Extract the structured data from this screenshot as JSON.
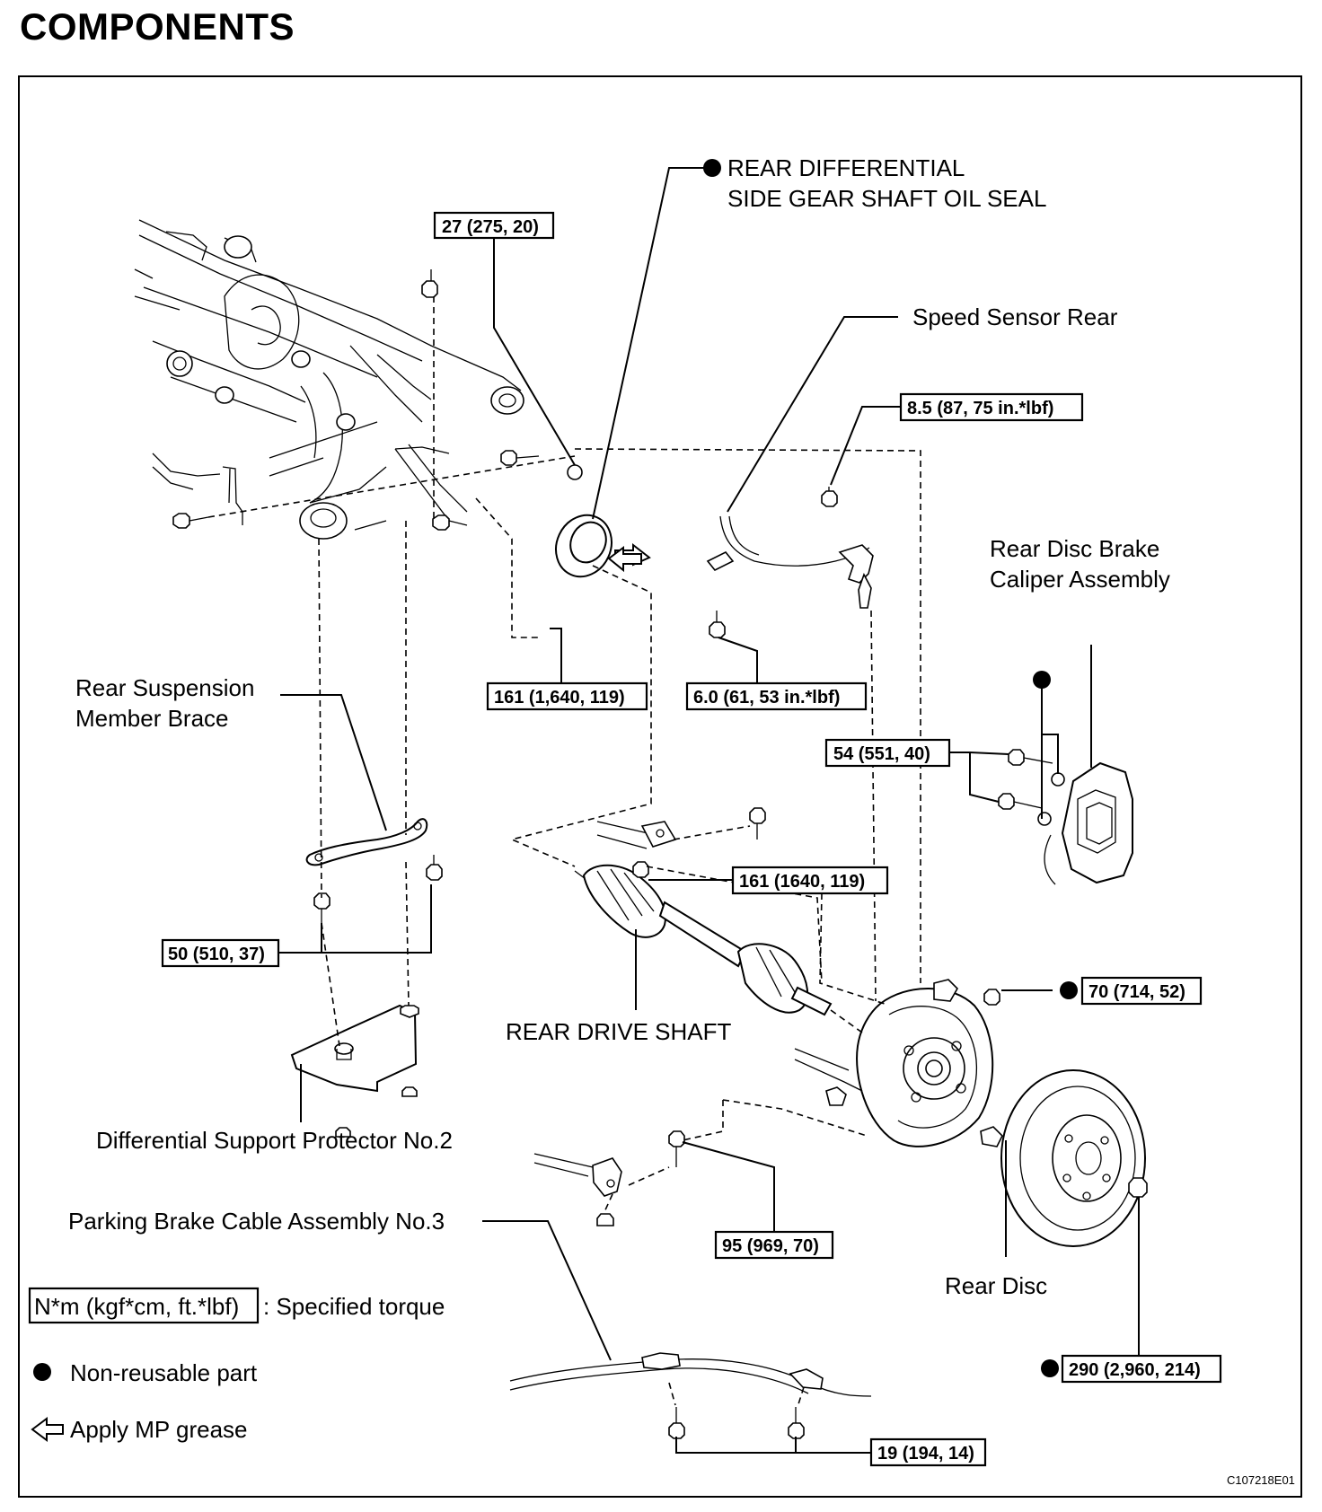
{
  "title": "COMPONENTS",
  "labels": {
    "oil_seal_line1": "REAR DIFFERENTIAL",
    "oil_seal_line2": "SIDE GEAR SHAFT OIL SEAL",
    "speed_sensor": "Speed Sensor Rear",
    "caliper_line1": "Rear Disc Brake",
    "caliper_line2": "Caliper Assembly",
    "brace_line1": "Rear Suspension",
    "brace_line2": "Member Brace",
    "drive_shaft": "REAR DRIVE SHAFT",
    "protector": "Differential Support Protector No.2",
    "parking_cable": "Parking Brake Cable Assembly No.3",
    "rear_disc": "Rear Disc"
  },
  "torques": {
    "t1": "27 (275, 20)",
    "t2": "8.5 (87, 75 in.*lbf)",
    "t3": "161 (1,640, 119)",
    "t4": "6.0 (61, 53 in.*lbf)",
    "t5": "54 (551, 40)",
    "t6": "161 (1640, 119)",
    "t7": "50 (510, 37)",
    "t8": "70 (714, 52)",
    "t9": "95 (969, 70)",
    "t10": "290 (2,960, 214)",
    "t11": "19 (194, 14)"
  },
  "legend": {
    "torque_unit": "N*m (kgf*cm, ft.*lbf)",
    "torque_desc": ": Specified torque",
    "non_reusable": "Non-reusable part",
    "grease": "Apply MP grease"
  },
  "figure_code": "C107218E01"
}
